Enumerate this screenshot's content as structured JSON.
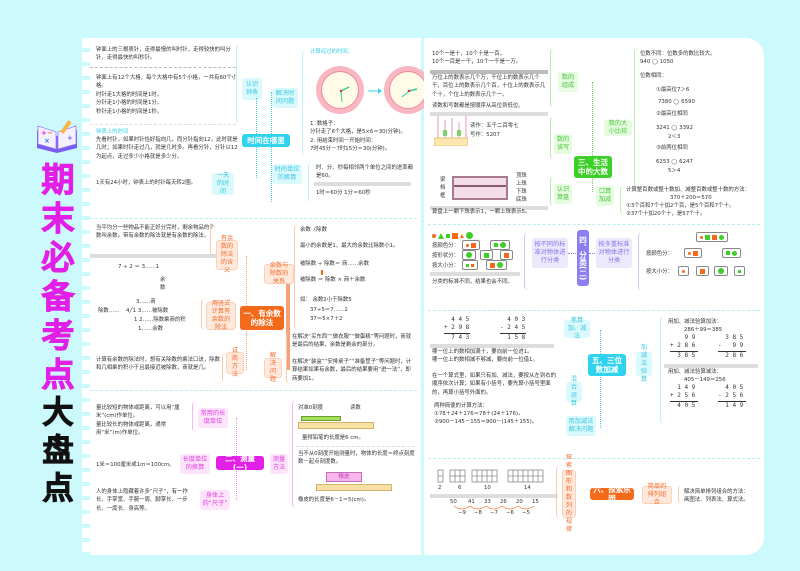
{
  "sidebar": {
    "title_main": [
      "期",
      "末",
      "必",
      "备",
      "考",
      "点"
    ],
    "title_sub": [
      "大",
      "盘",
      "点"
    ],
    "icon": "book-math-icon"
  },
  "colors": {
    "background": "#ccf9fc",
    "time": "#2fd3ee",
    "division": "#f46a1b",
    "measure": "#e21fe6",
    "bignum": "#3ccf27",
    "classify": "#8b7ef0",
    "addsub": "#2fd3ee",
    "explore": "#f46a1b"
  },
  "time_section": {
    "main": "时间在哪里",
    "nodes": {
      "recognize": "认识钟表",
      "solve": "解决时间问题",
      "oneday": "一天的时间",
      "convert": "时间单位的换算"
    },
    "text1": "钟面上的三根表针，走得最慢的叫时针，走得较快的叫分针，走得最快的叫秒针。",
    "text2": "钟面上有12个大格，每个大格中有5个小格，一共有60个小格。\n时针走1大格的时间是1时。\n分针走1小格的时间是1分。\n秒针走1小格的时间是1秒。",
    "text3_title": "钟表上的时间",
    "text3": "先看时针，如果时针恰好指向几，而分针指向12，此时就是几时；如果时针走过几，就是几时多。再看分针，分针以12为起点，走过多少小格就是多少分。",
    "text4": "1天有24小时，钟表上的时针每天转2圈。",
    "calc_title": "计算经过的时间：",
    "method1": "1. 数格子：\n   分针走了6个大格，是5×6＝30(分钟)。",
    "method2": "2. 用结束时间－开始时间：\n   7时45分－7时15分＝30(分钟)。",
    "convert1": "时、分、秒每相邻两个单位之间的进率都是60。",
    "convert2": "1时＝60分   1分＝60秒"
  },
  "division_section": {
    "main": "一、有余数的除法",
    "nodes": {
      "meaning": "有余数的除法的含义",
      "vertical": "用竖式计算有余数的除法",
      "trial": "试商方法",
      "relation": "余数与除数的关系",
      "problem": "解决问题"
    },
    "text1": "当平均分一些物品不能正好分完时，剩余物品的个数叫余数。带有余数的除法就是有余数的除法。",
    "eq1": "7 ÷ 2 ＝ 3……1",
    "eq1_label": "余数",
    "vertical_lines": [
      "3……商",
      "4╱1 3……被除数",
      "1 2……除数乘商的积",
      "1……余数"
    ],
    "divisor_label": "除数……",
    "text_trial": "计算有余数的除法时，想有关除数的乘法口诀，除数和几相乘的积小于且最接近被除数，商就是几。",
    "rel1": "余数〈除数",
    "rel2": "最小的余数是1，最大的余数比除数小1。",
    "rel3": "被除数 ÷ 除数＝ 商……余数",
    "rel4": "被除数 ＝ 除数 × 商＋余数",
    "rel5": "如：  余数2小于除数5",
    "rel6": "37÷5＝7……2",
    "rel7": "37＝5×7＋2",
    "prob1": "在解决“买东西”“做衣服”“做蛋糕”等问题时，商就是最后的结果，余数是剩余的部分。",
    "prob2": "在解决“装盒”“安排桌子”“准备筐子”等问题时，计算结果如果有余数，最后的结果要用“进一法”，即商要加1。"
  },
  "measure_section": {
    "main": "二、测量(一)",
    "nodes": {
      "common": "常用的长度单位",
      "convert": "长度单位的换算",
      "body": "身体上的“尺子”",
      "method": "测量方法"
    },
    "text1": "量比较短的物体或距离，可以用“厘米”(cm)作单位。\n量比较长的物体或距离，通常用“米”(m)作单位。",
    "text2": "1米＝100厘米或1m＝100cm。",
    "text3": "人的身体上隐藏着许多“尺子”，有一拃长、手掌宽、手腕一周、脚掌长、一步长、一庹长、身高等。",
    "label_zero": "对准0刻度",
    "label_read": "读数",
    "m1": "量得铅笔的长度是6 cm。",
    "m2": "当不从0刻度开始测量时，物体的长度＝终点刻度数－起点刻度数。",
    "eraser": "橡皮",
    "m3": "橡皮的长度是6－1＝5(cm)。"
  },
  "bignum_section": {
    "main": "三、生活中的大数",
    "nodes": {
      "compose": "数的组成",
      "readwrite": "数的读写",
      "abacus": "认识算盘",
      "compare": "数的大小比较",
      "mental": "口算加减"
    },
    "t1": "10个一是十，10个十是一百，\n10个一百是一千，10个一千是一万。",
    "t2": "万位上的数表示几个万，千位上的数表示几个千，百位上的数表示几个百，十位上的数表示几个十，个位上的数表示几个一。",
    "t3": "读数和写数都是按顺序从高位到低位。",
    "read": "读作：五千二百零七",
    "write": "写作：5207",
    "place_labels": [
      "万位",
      "千位",
      "百位",
      "十位",
      "个位"
    ],
    "abacus_left": [
      "梁",
      "档",
      "框"
    ],
    "abacus_right": [
      "顶珠",
      "上珠",
      "下珠",
      "底珠"
    ],
    "t4": "算盘上一颗下珠表示1，一颗上珠表示5。",
    "c1": "位数不同：位数多的数比较大。",
    "c1_ex": "940 ◯ 1050",
    "c2": "位数相同：",
    "c2a": "①最高位7＞6",
    "c2a_ex": "7380 ◯ 6590",
    "c2b": "②最高位相同",
    "c2b_ex": "3241 ◯ 3392",
    "c2b_cmp": "2＜3",
    "c2c": "③前两位相同",
    "c2c_ex": "6253 ◯ 6247",
    "c2c_cmp": "5＞4",
    "m1": "计算整百数或整十数加、减整百数或整十数的方法：",
    "m_eq": "370＋200＝570",
    "m2": "①3个百和7个十加2个百，是5个百和7个十。",
    "m3": "②37个十加20个十，是57个十。"
  },
  "classify_section": {
    "main": "四、分类(二)",
    "nodes": {
      "diff": "按不同的标准对物体进行分类",
      "multi": "按多重标准对物体进行分类"
    },
    "by_color": "按颜色分：",
    "by_shape": "按形状分：",
    "by_size": "按大小分：",
    "note": "分类的标准不同，结果也会不同。"
  },
  "addsub_section": {
    "main": "五、三位数加减",
    "nodes": {
      "written": "笔算加、减法",
      "mixed": "混合运算",
      "apply": "用加减法解决问题",
      "check": "加减法验算"
    },
    "add": [
      "  4 4 5",
      "+ 2 9 8",
      "  7 4 3"
    ],
    "sub": [
      "  4 0 3",
      "- 2 4 5",
      "  1 5 8"
    ],
    "rule1": "哪一位上的数相加满十，要向前一位进1。",
    "rule2": "哪一位上的数相减不够减，要向前一位借1。",
    "mixed_text": "在一个算式里，如果只有加、减法，要按从左到右的顺序依次计算；如果有小括号，要先算小括号里面的，再算小括号外面的。",
    "simple_title": "两种简便的计算方法：",
    "simple1": "①78＋24＋176＝78＋(24＋176)。",
    "simple2": "②900－145－155＝900－(145＋155)。",
    "check_add_title": "用加、减法验算加法：",
    "check_add_eq": "286＋99＝385",
    "check_add_a": [
      "    9 9",
      "+ 2 8 6",
      "  3 8 5"
    ],
    "check_add_b": [
      "  3 8 5",
      "-   9 9",
      "  2 8 6"
    ],
    "check_sub_title": "用加、减法验算减法：",
    "check_sub_eq": "405－149＝256",
    "check_sub_a": [
      "  1 4 9",
      "+ 2 5 6",
      "  4 0 5"
    ],
    "check_sub_b": [
      "  4 0 5",
      "- 2 5 6",
      "  1 4 9"
    ]
  },
  "explore_section": {
    "main": "六、探索乐园",
    "nodes": {
      "pattern": "探索图形和数列的规律",
      "combo": "简单的排列组合"
    },
    "grid_counts": [
      "2",
      "6",
      "10",
      "14"
    ],
    "sequence": [
      "50",
      "41",
      "33",
      "26",
      "20",
      "15"
    ],
    "diffs": [
      "−9",
      "−8",
      "−7",
      "−6",
      "−5"
    ],
    "combo_text": "解决简单排列组合的方法：\n画图法、列表法、算式法。"
  }
}
